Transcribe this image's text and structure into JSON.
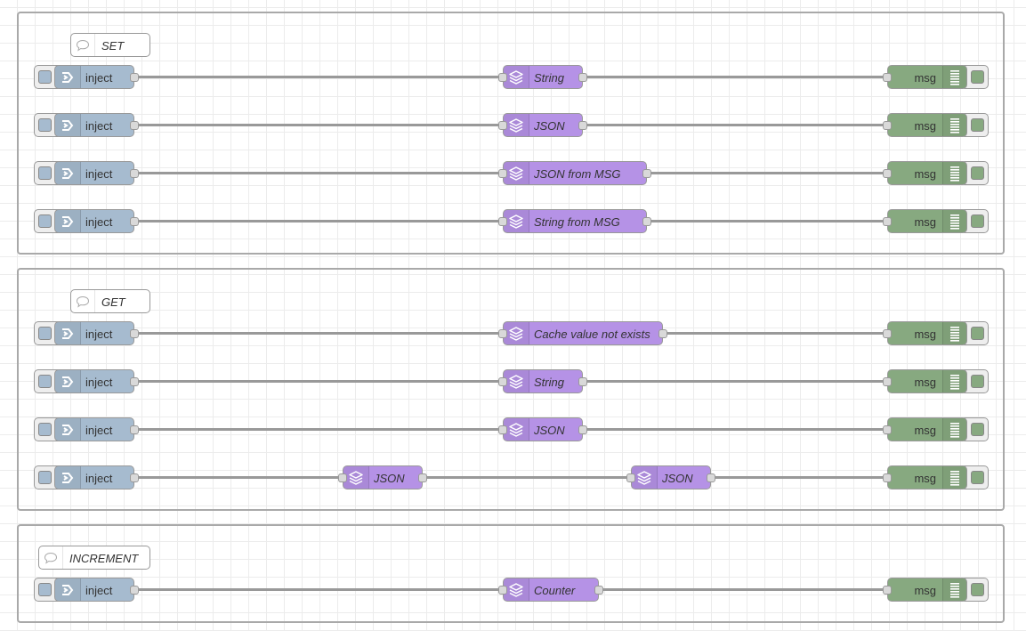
{
  "colors": {
    "inject": "#a6bbcf",
    "cache": "#b592e6",
    "debug": "#87a980",
    "wire": "#999999",
    "group_border": "#a9a9a9"
  },
  "icons": {
    "comment": "comment-icon",
    "inject": "inject-arrow-icon",
    "cache": "layers-icon",
    "debug": "list-icon"
  },
  "groups": [
    {
      "comment": "SET",
      "rows": [
        {
          "inject": "inject",
          "cache": [
            "String"
          ],
          "debug": "msg"
        },
        {
          "inject": "inject",
          "cache": [
            "JSON"
          ],
          "debug": "msg"
        },
        {
          "inject": "inject",
          "cache": [
            "JSON from MSG"
          ],
          "debug": "msg"
        },
        {
          "inject": "inject",
          "cache": [
            "String from MSG"
          ],
          "debug": "msg"
        }
      ]
    },
    {
      "comment": "GET",
      "rows": [
        {
          "inject": "inject",
          "cache": [
            "Cache value not exists"
          ],
          "debug": "msg"
        },
        {
          "inject": "inject",
          "cache": [
            "String"
          ],
          "debug": "msg"
        },
        {
          "inject": "inject",
          "cache": [
            "JSON"
          ],
          "debug": "msg"
        },
        {
          "inject": "inject",
          "cache": [
            "JSON",
            "JSON"
          ],
          "debug": "msg"
        }
      ]
    },
    {
      "comment": "INCREMENT",
      "rows": [
        {
          "inject": "inject",
          "cache": [
            "Counter"
          ],
          "debug": "msg"
        }
      ]
    }
  ]
}
